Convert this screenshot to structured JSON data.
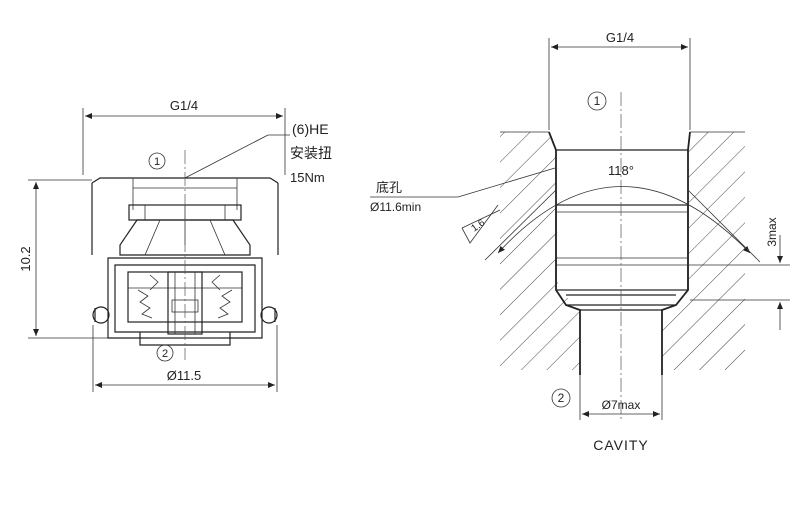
{
  "left_view": {
    "dim_top": "G1/4",
    "dim_left": "10.2",
    "dim_bottom": "Ø11.5",
    "balloon_1": "1",
    "balloon_2": "2",
    "note_line1": "(6)HE",
    "note_line2": "安装扭",
    "note_line3": "15Nm"
  },
  "right_view": {
    "dim_top": "G1/4",
    "angle": "118°",
    "roughness": "1.6",
    "hole_label": "底孔",
    "hole_dia": "Ø11.6min",
    "dim_right": "3max",
    "dim_bottom": "Ø7max",
    "balloon_1": "1",
    "balloon_2": "2",
    "caption": "CAVITY"
  },
  "colors": {
    "line": "#222222",
    "background": "#ffffff"
  }
}
